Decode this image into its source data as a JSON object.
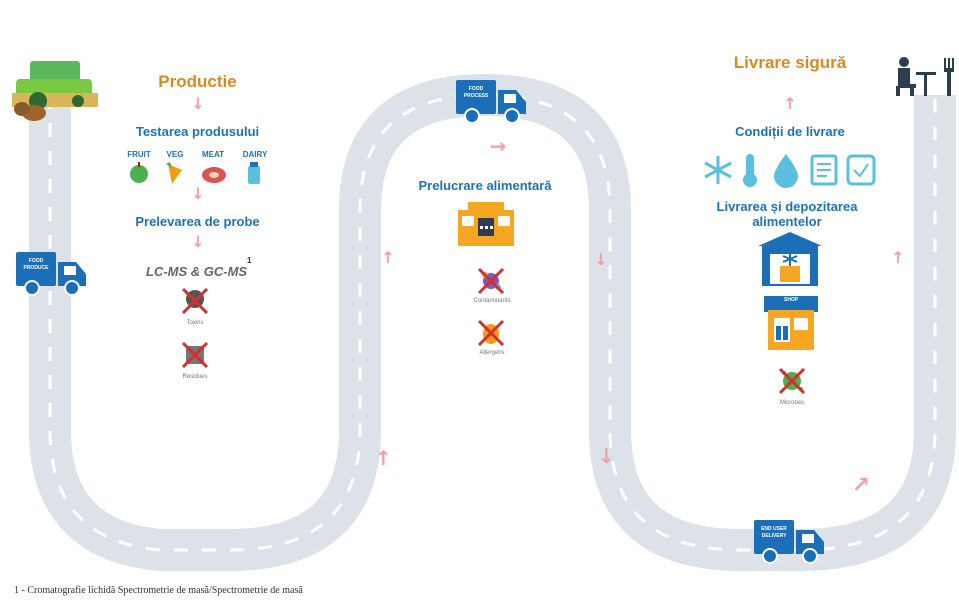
{
  "stages": {
    "production": {
      "title": "Productie",
      "testing": "Testarea produsului",
      "categories": [
        "FRUIT",
        "VEG",
        "MEAT",
        "DAIRY"
      ],
      "sampling": "Prelevarea de probe",
      "method": "LC-MS & GC-MS",
      "method_note_mark": "1",
      "toxins": "Toxins",
      "residues": "Residues"
    },
    "processing": {
      "title": "Prelucrare alimentară",
      "contaminants": "Contaminants",
      "allergens": "Allergens"
    },
    "delivery": {
      "title": "Livrare sigură",
      "conditions": "Condiții de livrare",
      "storage": "Livrarea și depozitarea alimentelor",
      "shop": "SHOP",
      "microbes": "Microbes"
    }
  },
  "trucks": {
    "produce": [
      "FOOD",
      "PRODUCE"
    ],
    "process": [
      "FOOD",
      "PROCESS"
    ],
    "end_user": [
      "END USER",
      "DELIVERY"
    ]
  },
  "footnote": "1 - Cromatografie lichidă Spectrometrie de masă/Spectrometrie de masă",
  "colors": {
    "road": "#dde1e8",
    "road_marking": "#ffffff",
    "heading_orange": "#d98a1f",
    "heading_blue": "#1a73b8",
    "truck_blue": "#1a6fb8",
    "arrow_pink": "#f4a0a0",
    "warehouse_orange": "#f5a623",
    "icon_red": "#d32f2f"
  }
}
